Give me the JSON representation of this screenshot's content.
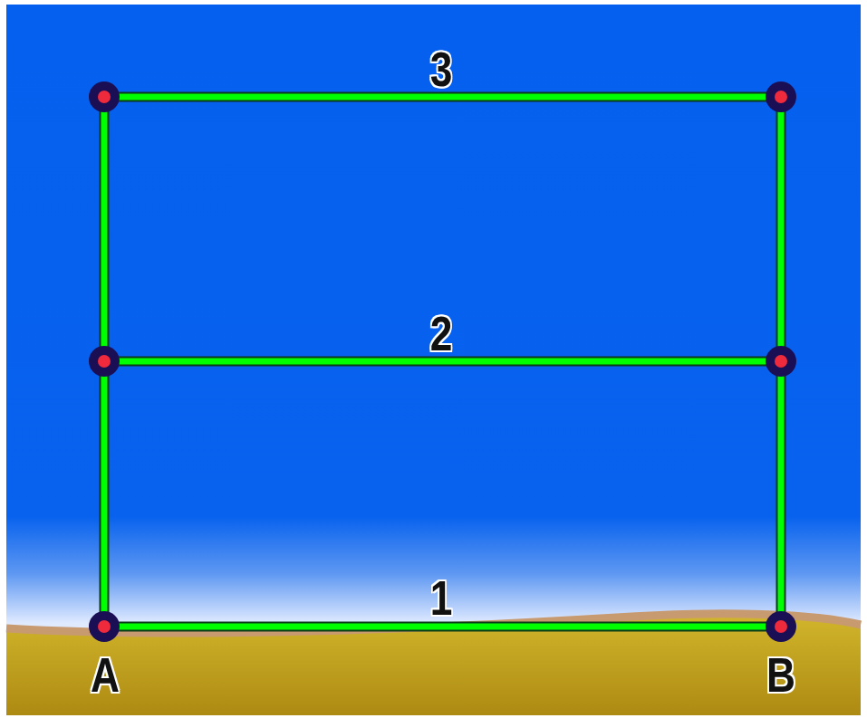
{
  "diagram": {
    "labels": [
      "3",
      "2",
      "1",
      "A",
      "B"
    ]
  }
}
